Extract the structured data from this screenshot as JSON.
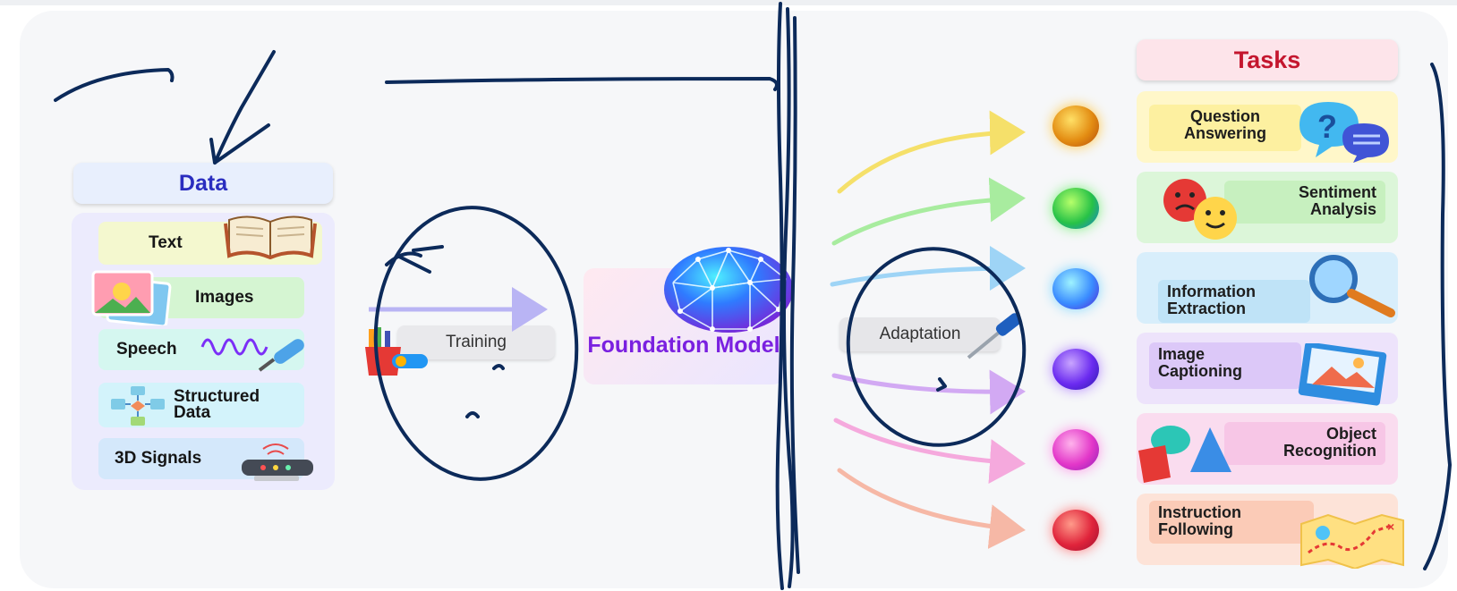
{
  "data_section": {
    "title": "Data",
    "items": [
      {
        "label": "Text"
      },
      {
        "label": "Images"
      },
      {
        "label": "Speech"
      },
      {
        "label": "Structured Data"
      },
      {
        "label": "3D Signals"
      }
    ]
  },
  "center": {
    "training_label": "Training",
    "foundation_model_label": "Foundation Model",
    "adaptation_label": "Adaptation"
  },
  "tasks_section": {
    "title": "Tasks",
    "items": [
      {
        "label": "Question Answering",
        "color": "#fff7c9"
      },
      {
        "label": "Sentiment Analysis",
        "color": "#dcf6d9"
      },
      {
        "label": "Information Extraction",
        "color": "#d8eefb"
      },
      {
        "label": "Image Captioning",
        "color": "#ede3fb"
      },
      {
        "label": "Object Recognition",
        "color": "#fadcef"
      },
      {
        "label": "Instruction Following",
        "color": "#fde3d8"
      }
    ]
  },
  "colors": {
    "data_title": "#2a2dbf",
    "foundation_model": "#7a20e0",
    "tasks_title": "#c4162e",
    "ink": "#0c2a5a"
  }
}
